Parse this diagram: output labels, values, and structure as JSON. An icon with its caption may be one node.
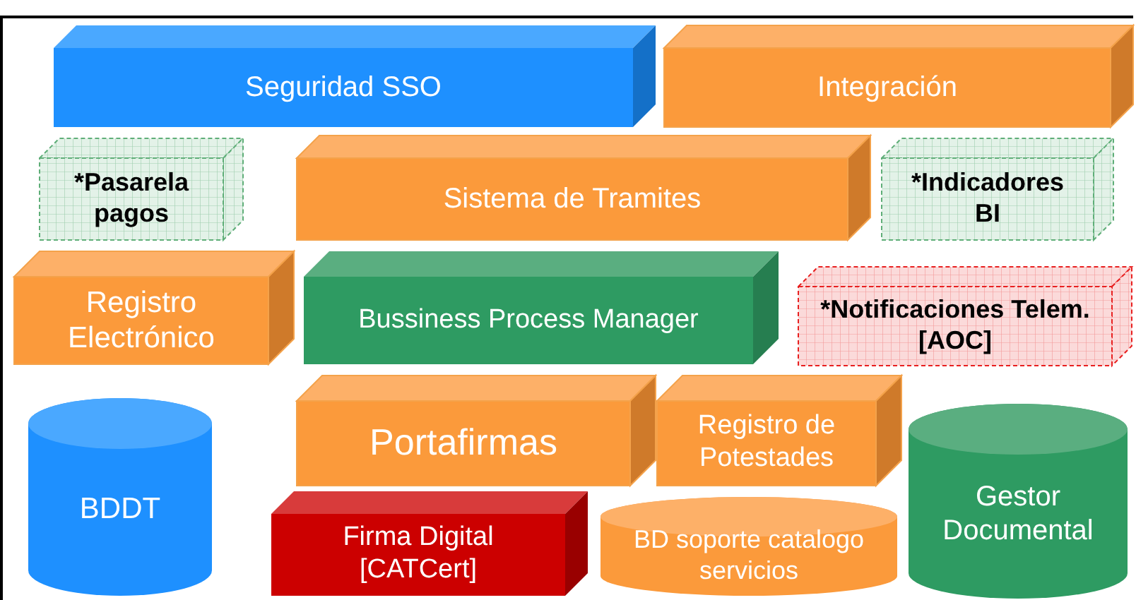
{
  "diagram": {
    "nodes": [
      {
        "text": [
          "Seguridad SSO"
        ]
      },
      {
        "text": [
          "Integración"
        ]
      },
      {
        "text": [
          "*Pasarela pagos"
        ]
      },
      {
        "text": [
          "Sistema de Tramites"
        ]
      },
      {
        "text": [
          "*Indicadores BI"
        ]
      },
      {
        "text": [
          "Registro Electrónico"
        ]
      },
      {
        "text": [
          "Bussiness Process Manager"
        ]
      },
      {
        "text": [
          "*Notificaciones Telem. [AOC]"
        ]
      },
      {
        "text": [
          "BDDT"
        ]
      },
      {
        "text": [
          "Portafirmas"
        ]
      },
      {
        "text": [
          "Registro de Potestades"
        ]
      },
      {
        "text": [
          "Firma Digital [CATCert]"
        ]
      },
      {
        "text": [
          "BD soporte catalogo servicios"
        ]
      },
      {
        "text": [
          "Gestor Documental"
        ]
      }
    ]
  }
}
